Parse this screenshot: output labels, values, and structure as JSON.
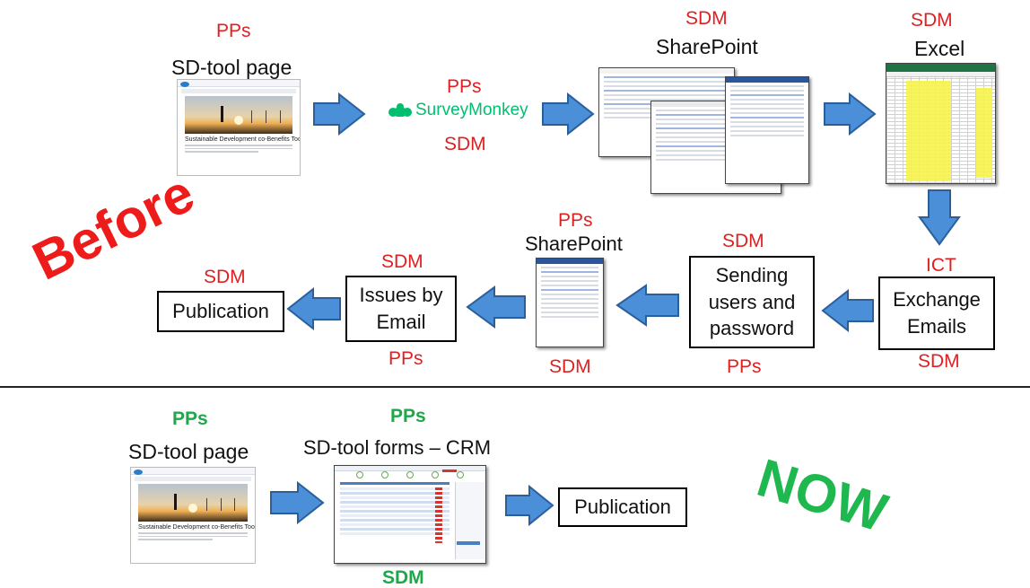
{
  "colors": {
    "red": "#e02020",
    "green": "#1fa84a",
    "arrow_fill": "#4a8fd8",
    "arrow_stroke": "#2a5f9c"
  },
  "before": {
    "big_label": "Before",
    "step1": {
      "role": "PPs",
      "title": "SD-tool page"
    },
    "step2": {
      "role_top": "PPs",
      "brand": "SurveyMonkey",
      "role_bottom": "SDM"
    },
    "step3": {
      "role": "SDM",
      "title": "SharePoint"
    },
    "step4": {
      "role": "SDM",
      "title": "Excel"
    },
    "step5": {
      "role_top": "ICT",
      "box": [
        "Exchange",
        "Emails"
      ],
      "role_bottom": "SDM"
    },
    "step6": {
      "box": [
        "Sending",
        "users and",
        "password"
      ],
      "role_top": "SDM",
      "role_bottom": "PPs"
    },
    "step7": {
      "role": "PPs",
      "title": "SharePoint",
      "role_bottom": "SDM"
    },
    "step8": {
      "role_top": "SDM",
      "box": [
        "Issues by",
        "Email"
      ],
      "role_bottom": "PPs"
    },
    "step9": {
      "role": "SDM",
      "box": "Publication"
    }
  },
  "now": {
    "big_label": "NOW",
    "step1": {
      "role": "PPs",
      "title": "SD-tool page"
    },
    "step2": {
      "role": "PPs",
      "title": "SD-tool forms – CRM",
      "role_bottom": "SDM"
    },
    "step3": {
      "box": "Publication"
    }
  },
  "thumb": {
    "sd_tool_heading": "Sustainable Development co-Benefits Tool"
  }
}
